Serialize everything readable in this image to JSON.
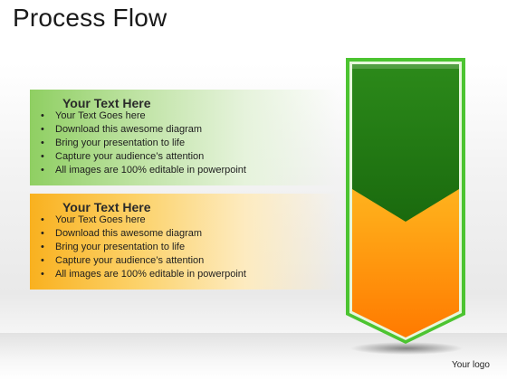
{
  "title": "Process Flow",
  "panels": [
    {
      "heading": "Your Text Here",
      "items": [
        "Your Text Goes here",
        "Download this awesome diagram",
        "Bring your presentation to life",
        "Capture your audience’s attention",
        "All images are 100% editable in powerpoint"
      ]
    },
    {
      "heading": "Your Text Here",
      "items": [
        "Your Text Goes here",
        "Download this awesome diagram",
        "Bring your presentation to life",
        "Capture your audience’s attention",
        "All images are 100% editable in powerpoint"
      ]
    }
  ],
  "bullet": "•",
  "logo": "Your logo",
  "colors": {
    "stage_1": "#1f7a12",
    "stage_2": "#ff8a00",
    "border": "#4cc431"
  }
}
